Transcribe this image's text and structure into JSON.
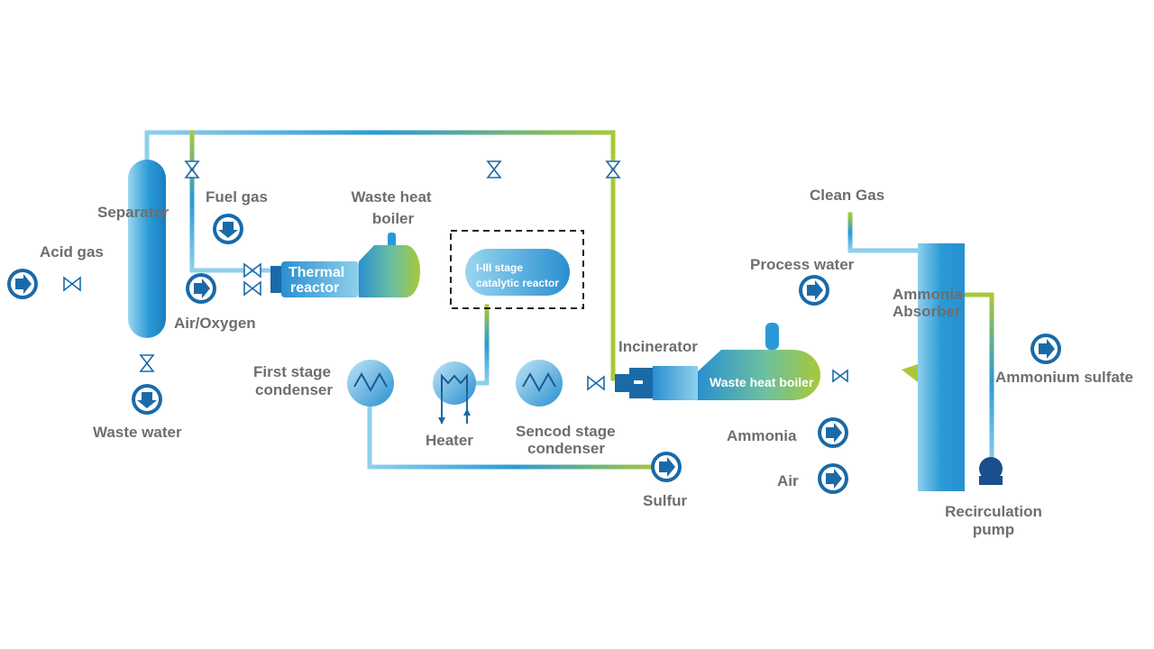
{
  "labels": {
    "separator": "Separator",
    "acid_gas": "Acid gas",
    "waste_water": "Waste water",
    "fuel_gas": "Fuel gas",
    "air_oxygen": "Air/Oxygen",
    "thermal_reactor_1": "Thermal",
    "thermal_reactor_2": "reactor",
    "waste_heat_boiler_1_l1": "Waste heat",
    "waste_heat_boiler_1_l2": "boiler",
    "catalytic_reactor_1": "I-III stage",
    "catalytic_reactor_2": "catalytic reactor",
    "first_condenser_1": "First stage",
    "first_condenser_2": "condenser",
    "heater": "Heater",
    "second_condenser_1": "Sencod stage",
    "second_condenser_2": "condenser",
    "sulfur": "Sulfur",
    "incinerator": "Incinerator",
    "waste_heat_boiler_2": "Waste heat boiler",
    "clean_gas": "Clean Gas",
    "process_water": "Process water",
    "ammonia_absorber_1": "Ammonia",
    "ammonia_absorber_2": "Absorber",
    "ammonium_sulfate": "Ammonium sulfate",
    "ammonia": "Ammonia",
    "air": "Air",
    "recirculation_pump_1": "Recirculation",
    "recirculation_pump_2": "pump"
  },
  "colors": {
    "blue_dark": "#1a6aa8",
    "blue": "#2a8fd0",
    "blue_light": "#8fd0ec",
    "green": "#a8c838",
    "label_gray": "#6d6e71"
  }
}
